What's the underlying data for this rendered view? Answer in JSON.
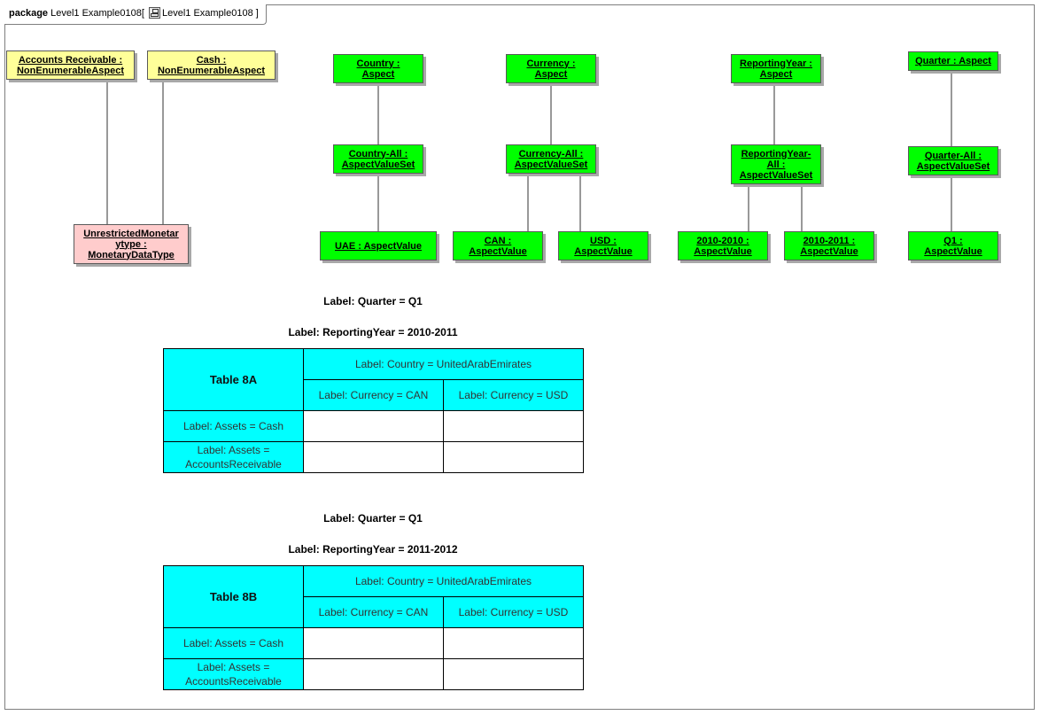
{
  "package": {
    "keyword": "package",
    "name": "Level1 Example0108",
    "open": "[",
    "ref": "Level1 Example0108",
    "close": "]"
  },
  "nodes": {
    "accounts_receivable": {
      "line1": "Accounts Receivable :",
      "line2": "NonEnumerableAspect"
    },
    "cash": {
      "line1": "Cash :",
      "line2": "NonEnumerableAspect"
    },
    "unrestricted": {
      "line1": "UnrestrictedMonetar",
      "line2": "ytype :",
      "line3": "MonetaryDataType"
    },
    "country_aspect": {
      "line1": "Country :",
      "line2": "Aspect"
    },
    "country_all": {
      "line1": "Country-All :",
      "line2": "AspectValueSet"
    },
    "uae": {
      "line1": "UAE : AspectValue"
    },
    "currency_aspect": {
      "line1": "Currency :",
      "line2": "Aspect"
    },
    "currency_all": {
      "line1": "Currency-All :",
      "line2": "AspectValueSet"
    },
    "can": {
      "line1": "CAN :",
      "line2": "AspectValue"
    },
    "usd": {
      "line1": "USD :",
      "line2": "AspectValue"
    },
    "reportingyear_aspect": {
      "line1": "ReportingYear :",
      "line2": "Aspect"
    },
    "reportingyear_all": {
      "line1": "ReportingYear-",
      "line2": "All :",
      "line3": "AspectValueSet"
    },
    "y2010_2010": {
      "line1": "2010-2010 :",
      "line2": "AspectValue"
    },
    "y2010_2011": {
      "line1": "2010-2011 :",
      "line2": "AspectValue"
    },
    "quarter_aspect": {
      "line1": "Quarter : Aspect"
    },
    "quarter_all": {
      "line1": "Quarter-All :",
      "line2": "AspectValueSet"
    },
    "q1": {
      "line1": "Q1 :",
      "line2": "AspectValue"
    }
  },
  "table_a": {
    "label_quarter": "Label: Quarter = Q1",
    "label_year": "Label: ReportingYear = 2010-2011",
    "name": "Table 8A",
    "country": "Label: Country = UnitedArabEmirates",
    "currency_can": "Label: Currency = CAN",
    "currency_usd": "Label: Currency = USD",
    "row_cash": "Label: Assets = Cash",
    "row_ar_1": "Label: Assets =",
    "row_ar_2": "AccountsReceivable"
  },
  "table_b": {
    "label_quarter": "Label: Quarter = Q1",
    "label_year": "Label: ReportingYear = 2011-2012",
    "name": "Table 8B",
    "country": "Label: Country = UnitedArabEmirates",
    "currency_can": "Label: Currency = CAN",
    "currency_usd": "Label: Currency = USD",
    "row_cash": "Label: Assets = Cash",
    "row_ar_1": "Label: Assets =",
    "row_ar_2": "AccountsReceivable"
  },
  "colors": {
    "aspect": "#00ff00",
    "nonenumerable": "#ffff99",
    "datatype": "#ffcccc",
    "table": "#00ffff",
    "frame": "#7f7f7f"
  }
}
